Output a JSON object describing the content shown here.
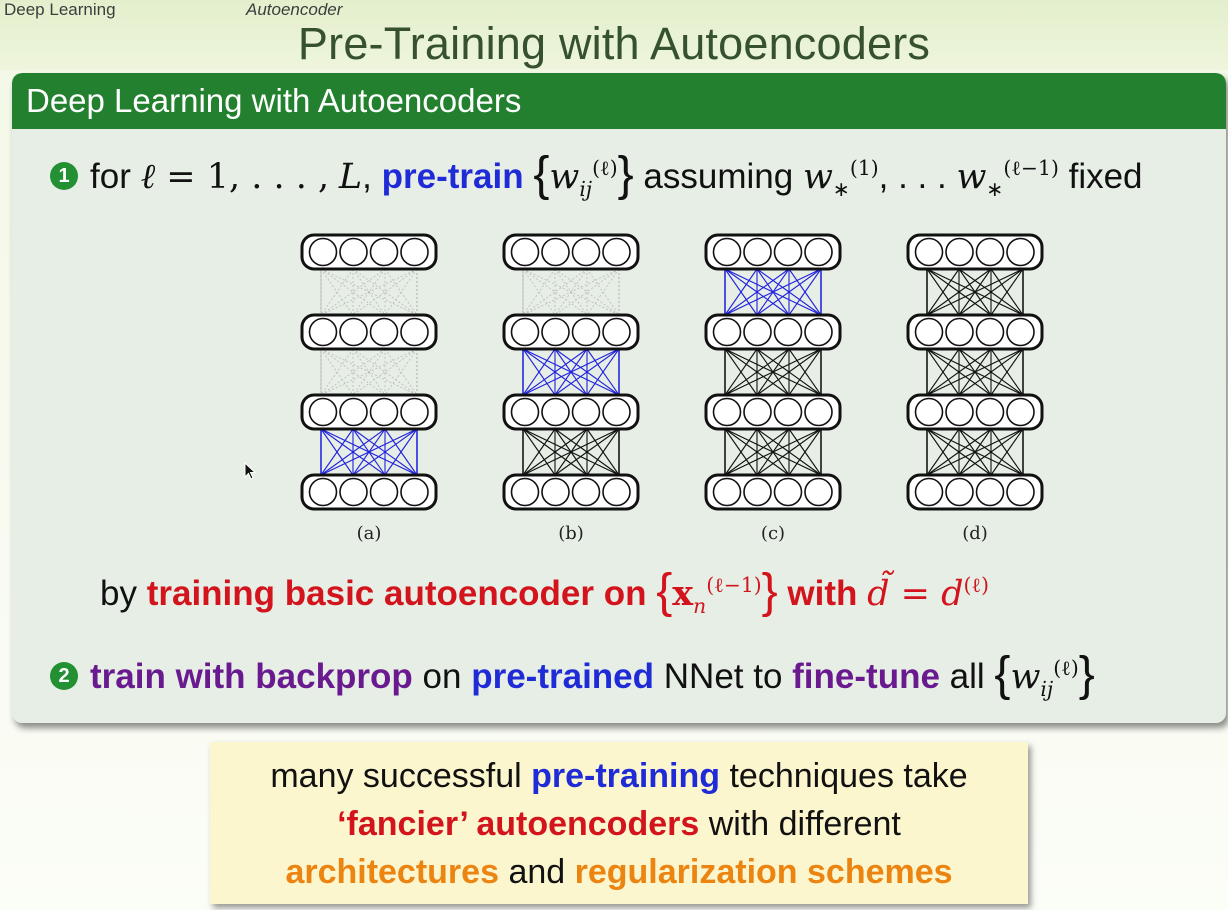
{
  "nav": {
    "left": "Deep Learning",
    "section": "Autoencoder"
  },
  "title": "Pre-Training with Autoencoders",
  "block_title": "Deep Learning with Autoencoders",
  "step1": {
    "num": "1",
    "for": "for",
    "ell": "ℓ",
    "eq_range": " = 1, . . . ,",
    "L": "L",
    "comma": ",",
    "pretrain": "pre-train",
    "w": "w",
    "ij": "ij",
    "ell_sup": "(ℓ)",
    "assuming": "assuming",
    "star": "∗",
    "sup1": "(1)",
    "dots": ", . . .",
    "sup_prev": "(ℓ−1)",
    "fixed": "fixed"
  },
  "diagram": {
    "labels": [
      "(a)",
      "(b)",
      "(c)",
      "(d)"
    ],
    "layers": 4,
    "neurons": 4
  },
  "step1b": {
    "by": "by",
    "training": "training basic autoencoder on",
    "x": "x",
    "n": "n",
    "sup_prev": "(ℓ−1)",
    "with": "with",
    "dtilde": "d̃",
    "eq": " = ",
    "d": "d",
    "ell_sup": "(ℓ)"
  },
  "step2": {
    "num": "2",
    "train": "train with backprop",
    "on": "on",
    "pretrained": "pre-trained",
    "nnet_to": "NNet to",
    "finetune": "fine-tune",
    "all": "all",
    "w": "w",
    "ij": "ij",
    "ell_sup": "(ℓ)"
  },
  "note": {
    "l1a": "many successful",
    "l1b": "pre-training",
    "l1c": "techniques take",
    "l2a": "‘fancier’ autoencoders",
    "l2b": "with different",
    "l3a": "architectures",
    "l3b": "and",
    "l3c": "regularization schemes"
  },
  "colors": {
    "header_green": "#22802e",
    "blue": "#1f2bd6",
    "red": "#d3141d",
    "purple": "#6a1a8f",
    "orange": "#ec8411"
  }
}
